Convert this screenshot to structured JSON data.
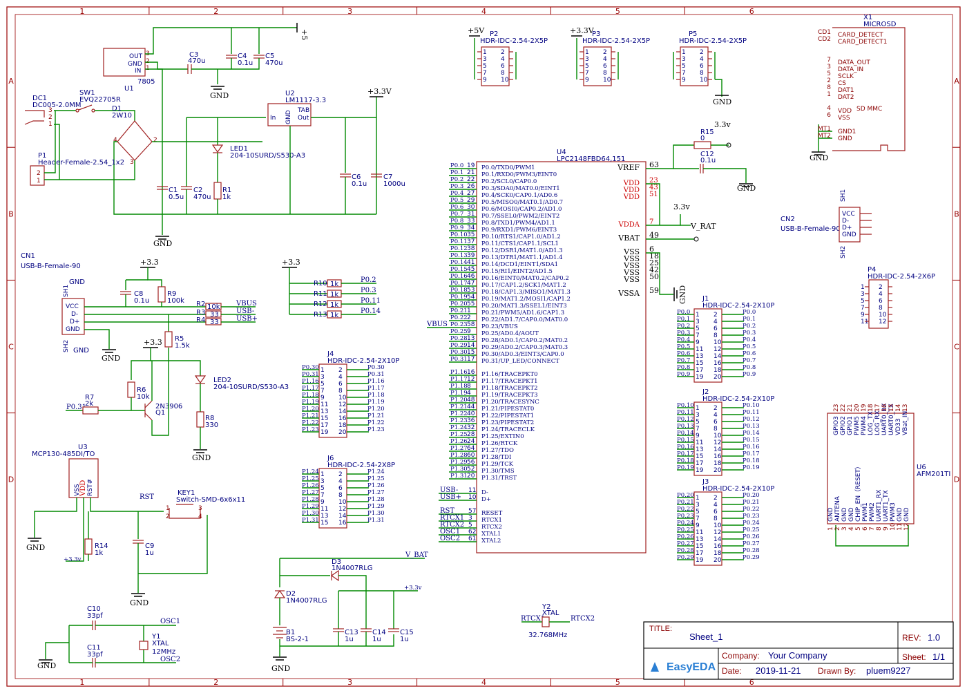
{
  "border": {
    "columns": [
      "1",
      "2",
      "3",
      "4",
      "5",
      "6"
    ],
    "rows": [
      "A",
      "B",
      "C",
      "D"
    ]
  },
  "title_block": {
    "title_label": "TITLE:",
    "title": "Sheet_1",
    "rev_label": "REV:",
    "rev": "1.0",
    "company_label": "Company:",
    "company": "Your Company",
    "sheet_label": "Sheet:",
    "sheet": "1/1",
    "date_label": "Date:",
    "date": "2019-11-21",
    "drawn_label": "Drawn By:",
    "drawn_by": "pluem9227",
    "logo": "EasyEDA"
  },
  "power": {
    "dc1": "DC1",
    "dc1_val": "DC005-2.0MM",
    "sw1": "SW1",
    "sw1_val": "EVQ22705R",
    "d1": "D1",
    "d1_val": "2W10",
    "p1": "P1",
    "p1_val": "Header-Female-2.54_1x2",
    "u1": "U1",
    "u1_val": "7805",
    "u1_out": "OUT",
    "u1_gnd": "GND",
    "u1_in": "IN",
    "c3": "C3",
    "c3_val": "470u",
    "c4": "C4",
    "c4_val": "0.1u",
    "c5": "C5",
    "c5_val": "470u",
    "u2": "U2",
    "u2_val": "LM1117-3.3",
    "u2_in": "In",
    "u2_gnd": "GND",
    "u2_out": "Out",
    "u2_tab": "TAB",
    "led1": "LED1",
    "led1_val": "204-10SURD/S530-A3",
    "r1": "R1",
    "r1_val": "1k",
    "c1": "C1",
    "c1_val": "0.5u",
    "c2": "C2",
    "c2_val": "470u",
    "c6": "C6",
    "c6_val": "0.1u",
    "c7": "C7",
    "c7_val": "1000u",
    "v33": "+3.3V",
    "v5": "+5",
    "gnd": "GND"
  },
  "usb": {
    "cn1": "CN1",
    "cn1_val": "USB-B-Female-90",
    "vcc": "VCC",
    "dm": "D-",
    "dp": "D+",
    "gnd": "GND",
    "sh1": "SH1",
    "sh2": "SH2",
    "c8": "C8",
    "c8_val": "0.1u",
    "r9": "R9",
    "r9_val": "100k",
    "r2": "R2",
    "r2_val": "10k",
    "r3": "R3",
    "r3_val": "33",
    "r4": "R4",
    "r4_val": "33",
    "vbus": "VBUS",
    "usbm": "USB-",
    "usbp": "USB+",
    "v33": "+3.3",
    "r5": "R5",
    "r5_val": "1.5k",
    "r6": "R6",
    "r6_val": "10k",
    "r7": "R7",
    "r7_val": "2k",
    "q1": "Q1",
    "q1_val": "2N3906",
    "led2": "LED2",
    "led2_val": "204-10SURD/S530-A3",
    "r8": "R8",
    "r8_val": "330",
    "p031": "P0.31"
  },
  "reset": {
    "u3": "U3",
    "u3_val": "MCP130-485DI/TO",
    "vss": "VSS",
    "vdd": "VDD",
    "rst": "RST#",
    "rst_net": "RST",
    "key1": "KEY1",
    "key1_val": "Switch-SMD-6x6x11",
    "r14": "R14",
    "r14_val": "1k",
    "c9": "C9",
    "c9_val": "1u",
    "v33": "+3.3v"
  },
  "osc": {
    "c10": "C10",
    "c10_val": "33pf",
    "c11": "C11",
    "c11_val": "33pf",
    "y1": "Y1",
    "y1_type": "XTAL",
    "y1_val": "12MHz",
    "osc1": "OSC1",
    "osc2": "OSC2",
    "y2": "Y2",
    "y2_type": "XTAL",
    "y2_val": "32.768MHz",
    "rtcx1": "RTCX1",
    "rtcx2": "RTCX2"
  },
  "pullups": {
    "v33": "+3.3",
    "rows": [
      {
        "ref": "R10",
        "val": "1k",
        "net": "P0.2"
      },
      {
        "ref": "R11",
        "val": "1k",
        "net": "P0.3"
      },
      {
        "ref": "R12",
        "val": "1k",
        "net": "P0.11"
      },
      {
        "ref": "R13",
        "val": "1k",
        "net": "P0.14"
      }
    ]
  },
  "battery": {
    "d3": "D3",
    "d3_val": "1N4007RLG",
    "d2": "D2",
    "d2_val": "1N4007RLG",
    "vbat": "V_BAT",
    "v33": "+3.3v",
    "b1": "B1",
    "b1_val": "BS-2-1",
    "c13": "C13",
    "c13_val": "1u",
    "c14": "C14",
    "c14_val": "1u",
    "c15": "C15",
    "c15_val": "1u"
  },
  "headers_top": [
    {
      "ref": "P2",
      "val": "HDR-IDC-2.54-2X5P",
      "net": "+5V"
    },
    {
      "ref": "P3",
      "val": "HDR-IDC-2.54-2X5P",
      "net": "+3.3V"
    },
    {
      "ref": "P5",
      "val": "HDR-IDC-2.54-2X5P",
      "net": "GND"
    }
  ],
  "u4": {
    "ref": "U4",
    "val": "LPC2148FBD64,151",
    "left_pins": [
      [
        "P0.0",
        "19",
        "P0.0/TXD0/PWM1"
      ],
      [
        "P0.1",
        "21",
        "P0.1/RXD0/PWM3/EINT0"
      ],
      [
        "P0.2",
        "22",
        "P0.2/SCL0/CAP0.0"
      ],
      [
        "P0.3",
        "26",
        "P0.3/SDA0/MAT0.0/EINT1"
      ],
      [
        "P0.4",
        "27",
        "P0.4/SCK0/CAP0.1/AD0.6"
      ],
      [
        "P0.5",
        "29",
        "P0.5/MISO0/MAT0.1/AD0.7"
      ],
      [
        "P0.6",
        "30",
        "P0.6/MOSI0/CAP0.2/AD1.0"
      ],
      [
        "P0.7",
        "31",
        "P0.7/SSEL0/PWM2/EINT2"
      ],
      [
        "P0.8",
        "33",
        "P0.8/TXD1/PWM4/AD1.1"
      ],
      [
        "P0.9",
        "34",
        "P0.9/RXD1/PWM6/EINT3"
      ],
      [
        "P0.10",
        "35",
        "P0.10/RTS1/CAP1.0/AD1.2"
      ],
      [
        "P0.11",
        "37",
        "P0.11/CTS1/CAP1.1/SCL1"
      ],
      [
        "P0.12",
        "38",
        "P0.12/DSR1/MAT1.0/AD1.3"
      ],
      [
        "P0.13",
        "39",
        "P0.13/DTR1/MAT1.1/AD1.4"
      ],
      [
        "P0.14",
        "41",
        "P0.14/DCD1/EINT1/SDA1"
      ],
      [
        "P0.15",
        "45",
        "P0.15/RI1/EINT2/AD1.5"
      ],
      [
        "P0.16",
        "46",
        "P0.16/EINT0/MAT0.2/CAP0.2"
      ],
      [
        "P0.17",
        "47",
        "P0.17/CAP1.2/SCK1/MAT1.2"
      ],
      [
        "P0.18",
        "53",
        "P0.18/CAP1.3/MISO1/MAT1.3"
      ],
      [
        "P0.19",
        "54",
        "P0.19/MAT1.2/MOSI1/CAP1.2"
      ],
      [
        "P0.20",
        "55",
        "P0.20/MAT1.3/SSEL1/EINT3"
      ],
      [
        "P0.21",
        "1",
        "P0.21/PWM5/AD1.6/CAP1.3"
      ],
      [
        "P0.22",
        "2",
        "P0.22/AD1.7/CAP0.0/MAT0.0"
      ],
      [
        "P0.23",
        "58",
        "P0.23/VBUS"
      ],
      [
        "P0.25",
        "9",
        "P0.25/AD0.4/AOUT"
      ],
      [
        "P0.28",
        "13",
        "P0.28/AD0.1/CAP0.2/MAT0.2"
      ],
      [
        "P0.29",
        "14",
        "P0.29/AD0.2/CAP0.3/MAT0.3"
      ],
      [
        "P0.30",
        "15",
        "P0.30/AD0.3/EINT3/CAP0.0"
      ],
      [
        "P0.31",
        "17",
        "P0.31/UP_LED/CONNECT"
      ]
    ],
    "left_pins_p1": [
      [
        "P1.16",
        "16",
        "P1.16/TRACEPKT0"
      ],
      [
        "P1.17",
        "12",
        "P1.17/TRACEPKT1"
      ],
      [
        "P1.18",
        "8",
        "P1.18/TRACEPKT2"
      ],
      [
        "P1.19",
        "4",
        "P1.19/TRACEPKT3"
      ],
      [
        "P1.20",
        "48",
        "P1.20/TRACESYNC"
      ],
      [
        "P1.21",
        "44",
        "P1.21/PIPESTAT0"
      ],
      [
        "P1.22",
        "40",
        "P1.22/PIPESTAT1"
      ],
      [
        "P1.23",
        "36",
        "P1.23/PIPESTAT2"
      ],
      [
        "P1.24",
        "32",
        "P1.24/TRACECLK"
      ],
      [
        "P1.25",
        "28",
        "P1.25/EXTIN0"
      ],
      [
        "P1.26",
        "24",
        "P1.26/RTCK"
      ],
      [
        "P1.27",
        "64",
        "P1.27/TDO"
      ],
      [
        "P1.28",
        "60",
        "P1.28/TDI"
      ],
      [
        "P1.29",
        "56",
        "P1.29/TCK"
      ],
      [
        "P1.30",
        "52",
        "P1.30/TMS"
      ],
      [
        "P1.31",
        "20",
        "P1.31/TRST"
      ]
    ],
    "left_pins_misc": [
      [
        "USB-",
        "11",
        "D-"
      ],
      [
        "USB+",
        "10",
        "D+"
      ],
      [
        "RST",
        "57",
        "RESET"
      ],
      [
        "RTCX1",
        "3",
        "RTCX1"
      ],
      [
        "RTCX2",
        "5",
        "RTCX2"
      ],
      [
        "OSC1",
        "62",
        "XTAL1"
      ],
      [
        "OSC2",
        "61",
        "XTAL2"
      ]
    ],
    "vbus_net": "VBUS",
    "right_pins": [
      [
        "63",
        "VREF"
      ],
      [
        "23",
        "VDD"
      ],
      [
        "43",
        "VDD"
      ],
      [
        "51",
        "VDD"
      ],
      [
        "7",
        "VDDA"
      ],
      [
        "49",
        "VBAT"
      ],
      [
        "6",
        "VSS"
      ],
      [
        "18",
        "VSS"
      ],
      [
        "25",
        "VSS"
      ],
      [
        "42",
        "VSS"
      ],
      [
        "50",
        "VSS"
      ],
      [
        "59",
        "VSSA"
      ]
    ],
    "r15": "R15",
    "r15_val": "0",
    "c12": "C12",
    "c12_val": "0.1u",
    "v33": "3.3v",
    "v33b": "3.3v",
    "vrat": "V_RAT",
    "gnd": "GND"
  },
  "sd": {
    "ref": "X1",
    "val": "MICROSD",
    "label": "SD MMC",
    "pins": [
      [
        "CD1",
        "CARD_DETECT"
      ],
      [
        "CD2",
        "CARD_DETECT1"
      ],
      [
        "7",
        "DATA_OUT"
      ],
      [
        "3",
        "DATA_IN"
      ],
      [
        "5",
        "SCLK"
      ],
      [
        "2",
        "CS"
      ],
      [
        "8",
        "DAT1"
      ],
      [
        "1",
        "DAT2"
      ],
      [
        "4",
        "VDD"
      ],
      [
        "6",
        "VSS"
      ],
      [
        "MT1",
        "GND1"
      ],
      [
        "MT2",
        "GND"
      ]
    ],
    "gnd": "GND"
  },
  "cn2": {
    "ref": "CN2",
    "val": "USB-B-Female-90",
    "sh1": "SH1",
    "sh2": "SH2",
    "pins": [
      "VCC",
      "D-",
      "D+",
      "GND"
    ]
  },
  "p4": {
    "ref": "P4",
    "val": "HDR-IDC-2.54-2X6P"
  },
  "j_headers": [
    {
      "ref": "J1",
      "val": "HDR-IDC-2.54-2X10P",
      "left": [
        "P0.0",
        "P0.1",
        "P0.2",
        "P0.3",
        "P0.4",
        "P0.5",
        "P0.6",
        "P0.7",
        "P0.8",
        "P0.9"
      ],
      "right": [
        "P0.0",
        "P0.1",
        "P0.2",
        "P0.3",
        "P0.4",
        "P0.5",
        "P0.6",
        "P0.7",
        "P0.8",
        "P0.9"
      ]
    },
    {
      "ref": "J2",
      "val": "HDR-IDC-2.54-2X10P",
      "left": [
        "P0.10",
        "P0.11",
        "P0.12",
        "P0.13",
        "P0.14",
        "P0.15",
        "P0.16",
        "P0.17",
        "P0.18",
        "P0.19"
      ],
      "right": [
        "P0.10",
        "P0.11",
        "P0.12",
        "P0.13",
        "P0.14",
        "P0.15",
        "P0.16",
        "P0.17",
        "P0.18",
        "P0.19"
      ]
    },
    {
      "ref": "J3",
      "val": "HDR-IDC-2.54-2X10P",
      "left": [
        "P0.20",
        "P0.21",
        "P0.22",
        "P0.23",
        "P0.24",
        "P0.25",
        "P0.26",
        "P0.27",
        "P0.28",
        "P0.29"
      ],
      "right": [
        "P0.20",
        "P0.21",
        "P0.22",
        "P0.23",
        "P0.24",
        "P0.25",
        "P0.26",
        "P0.27",
        "P0.28",
        "P0.29"
      ]
    },
    {
      "ref": "J4",
      "val": "HDR-IDC-2.54-2X10P",
      "left": [
        "P0.30",
        "P0.31",
        "P1.16",
        "P1.17",
        "P1.18",
        "P1.19",
        "P1.20",
        "P1.21",
        "P1.22",
        "P1.23"
      ],
      "right": [
        "P0.30",
        "P0.31",
        "P1.16",
        "P1.17",
        "P1.18",
        "P1.19",
        "P1.20",
        "P1.21",
        "P1.22",
        "P1.23"
      ]
    },
    {
      "ref": "J6",
      "val": "HDR-IDC-2.54-2X8P",
      "left": [
        "P1.24",
        "P1.25",
        "P1.26",
        "P1.27",
        "P1.28",
        "P1.29",
        "P1.30",
        "P1.31"
      ],
      "right": [
        "P1.24",
        "P1.25",
        "P1.26",
        "P1.27",
        "P1.28",
        "P1.29",
        "P1.30",
        "P1.31"
      ]
    }
  ],
  "u6": {
    "ref": "U6",
    "val": "AFM201TI",
    "top_pins": [
      "GPIO3",
      "GPIO2",
      "GPIO1",
      "PWM5",
      "PWM4",
      "LOG_TX",
      "LOG_RX",
      "UART0_RX",
      "UART0_TX",
      "VD33",
      "VBat_IN"
    ],
    "top_nums": [
      "23",
      "22",
      "21",
      "20",
      "19",
      "18",
      "17",
      "16",
      "15",
      "14",
      "13"
    ],
    "bottom_pins": [
      "GND",
      "ANTENA",
      "GND",
      "GND",
      "CHIP_EN（RESET）",
      "PWM1",
      "PWM2",
      "UART1_RX",
      "UART1_TX",
      "PWM3",
      "GND",
      "GND"
    ],
    "bottom_nums": [
      "1",
      "2",
      "3",
      "4",
      "5",
      "6",
      "7",
      "8",
      "9",
      "10",
      "11",
      "12"
    ]
  }
}
